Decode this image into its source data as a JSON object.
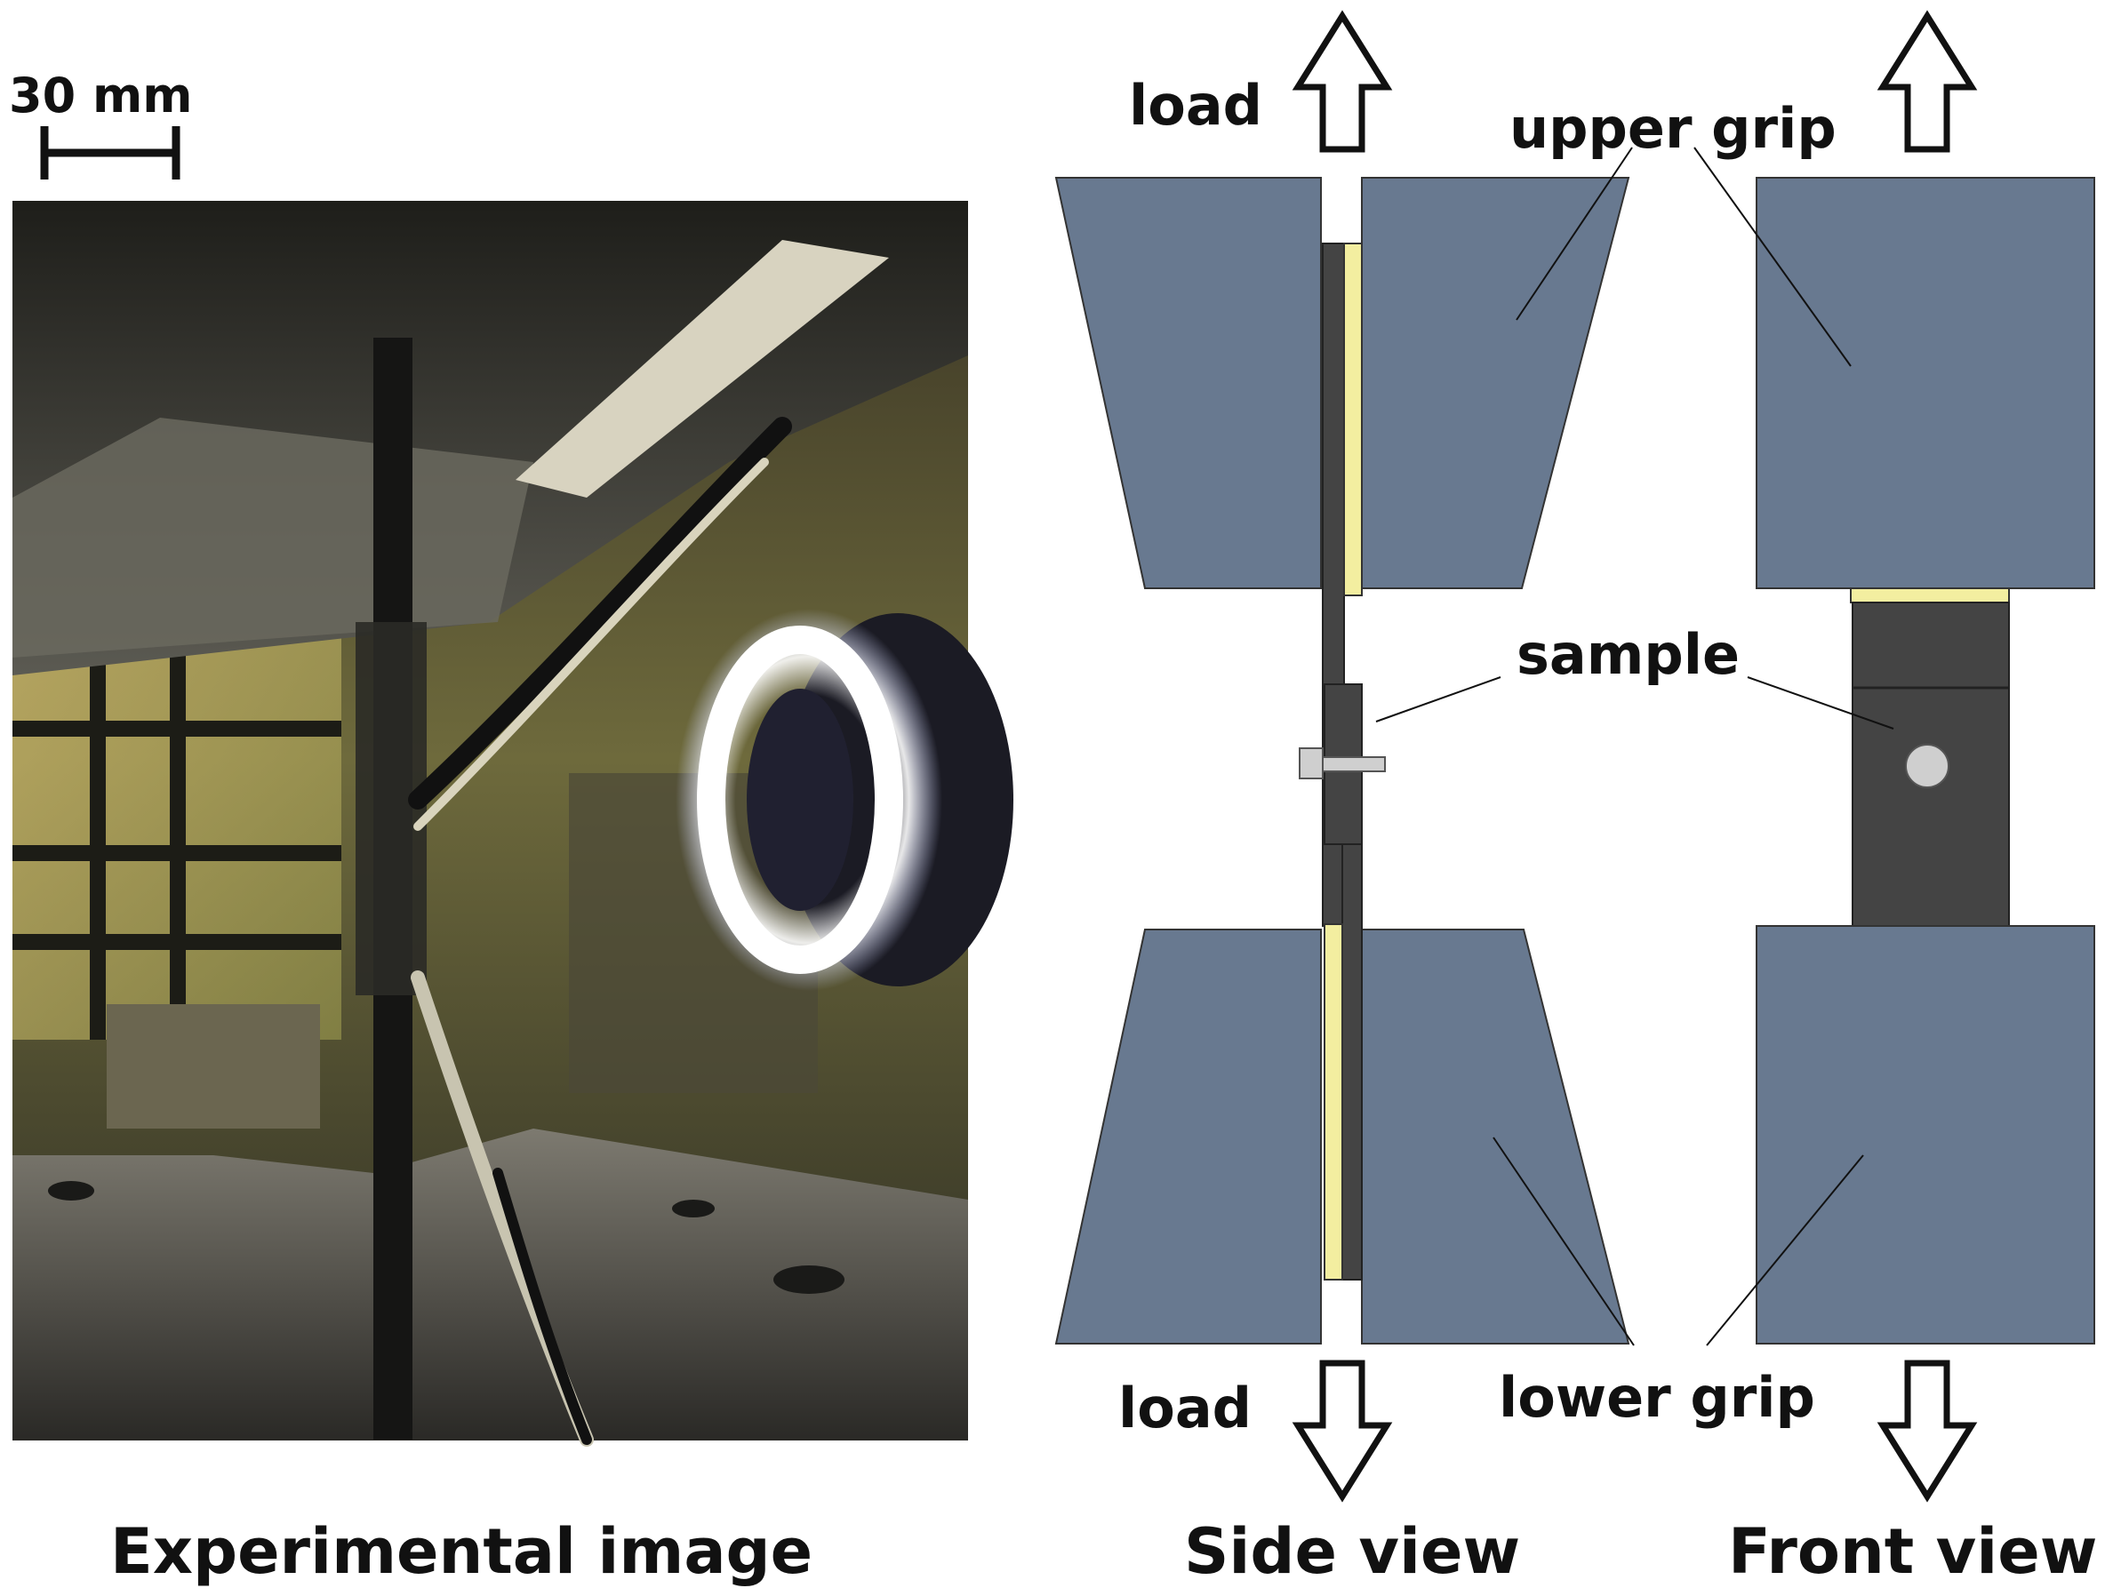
{
  "scale_bar": {
    "label": "30 mm"
  },
  "photo": {
    "caption": "Experimental image"
  },
  "side_view": {
    "caption": "Side view",
    "load_top": "load",
    "load_bottom": "load",
    "upper_grip": "upper grip",
    "lower_grip": "lower grip",
    "sample": "sample"
  },
  "front_view": {
    "caption": "Front view"
  },
  "colors": {
    "grip": "#687990",
    "sample": "#444444",
    "pad": "#f3eea0",
    "bolt": "#cfcfcf",
    "text": "#111111"
  },
  "icons": [
    "up-arrow-icon",
    "down-arrow-icon",
    "ring-light-icon",
    "scale-bar-icon"
  ]
}
